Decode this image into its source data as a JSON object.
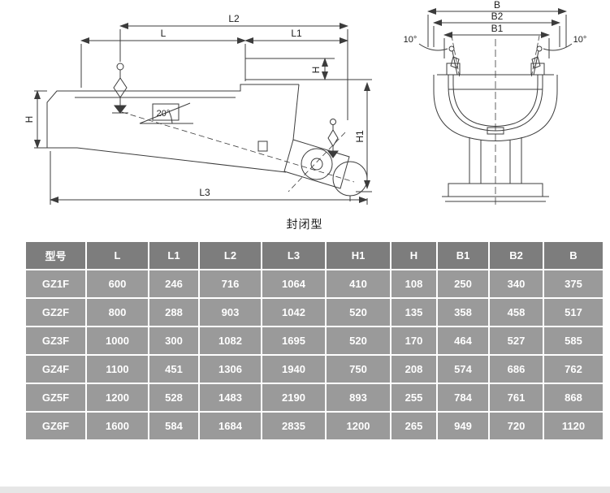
{
  "drawing": {
    "caption": "封闭型",
    "dims": {
      "L": "L",
      "L1": "L1",
      "L2": "L2",
      "L3": "L3",
      "H_left": "H",
      "H_right": "H",
      "H1": "H1",
      "B": "B",
      "B1": "B1",
      "B2": "B2",
      "angle20": "20°",
      "angle10_left": "10°",
      "angle10_right": "10°"
    }
  },
  "table": {
    "headers": [
      "型号",
      "L",
      "L1",
      "L2",
      "L3",
      "H1",
      "H",
      "B1",
      "B2",
      "B"
    ],
    "rows": [
      [
        "GZ1F",
        "600",
        "246",
        "716",
        "1064",
        "410",
        "108",
        "250",
        "340",
        "375"
      ],
      [
        "GZ2F",
        "800",
        "288",
        "903",
        "1042",
        "520",
        "135",
        "358",
        "458",
        "517"
      ],
      [
        "GZ3F",
        "1000",
        "300",
        "1082",
        "1695",
        "520",
        "170",
        "464",
        "527",
        "585"
      ],
      [
        "GZ4F",
        "1100",
        "451",
        "1306",
        "1940",
        "750",
        "208",
        "574",
        "686",
        "762"
      ],
      [
        "GZ5F",
        "1200",
        "528",
        "1483",
        "2190",
        "893",
        "255",
        "784",
        "761",
        "868"
      ],
      [
        "GZ6F",
        "1600",
        "584",
        "1684",
        "2835",
        "1200",
        "265",
        "949",
        "720",
        "1120"
      ]
    ],
    "colors": {
      "header_bg": "#7d7d7d",
      "row_bg": "#9a9a9a",
      "text": "#ffffff",
      "grid": "#ffffff"
    }
  }
}
